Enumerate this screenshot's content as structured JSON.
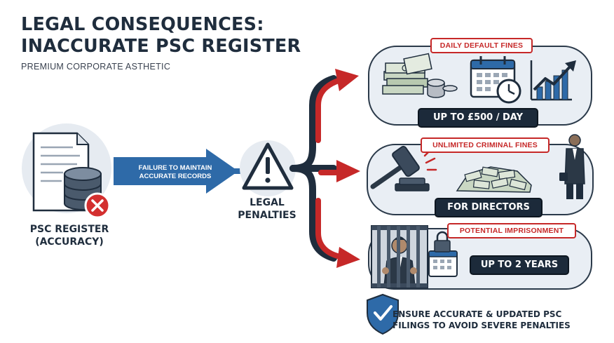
{
  "header": {
    "title_line1": "LEGAL CONSEQUENCES:",
    "title_line2": "INACCURATE PSC REGISTER",
    "subtitle": "PREMIUM CORPORATE ASTHETIC"
  },
  "source": {
    "caption_line1": "PSC REGISTER",
    "caption_line2": "(ACCURACY)",
    "icon": "document-database-error-icon"
  },
  "flow_arrow": {
    "line1": "FAILURE TO MAINTAIN",
    "line2": "ACCURATE RECORDS"
  },
  "center": {
    "caption_line1": "LEGAL",
    "caption_line2": "PENALTIES",
    "icon": "warning-triangle-icon"
  },
  "penalties": [
    {
      "label": "DAILY DEFAULT FINES",
      "badge": "UP TO £500 / DAY",
      "icon": "cash-calendar-chart-icon"
    },
    {
      "label": "UNLIMITED CRIMINAL FINES",
      "badge": "FOR DIRECTORS",
      "icon": "gavel-money-director-icon"
    },
    {
      "label": "POTENTIAL IMPRISONMENT",
      "badge": "UP TO 2 YEARS",
      "icon": "prison-bars-icon"
    }
  ],
  "footer": {
    "line1": "ENSURE ACCURATE & UPDATED PSC",
    "line2": "FILINGS TO AVOID SEVERE PENALTIES",
    "icon": "shield-check-icon"
  },
  "colors": {
    "navy": "#1f2d3d",
    "blue": "#2e6aa8",
    "red": "#c62828",
    "panel": "#e9eef4"
  }
}
